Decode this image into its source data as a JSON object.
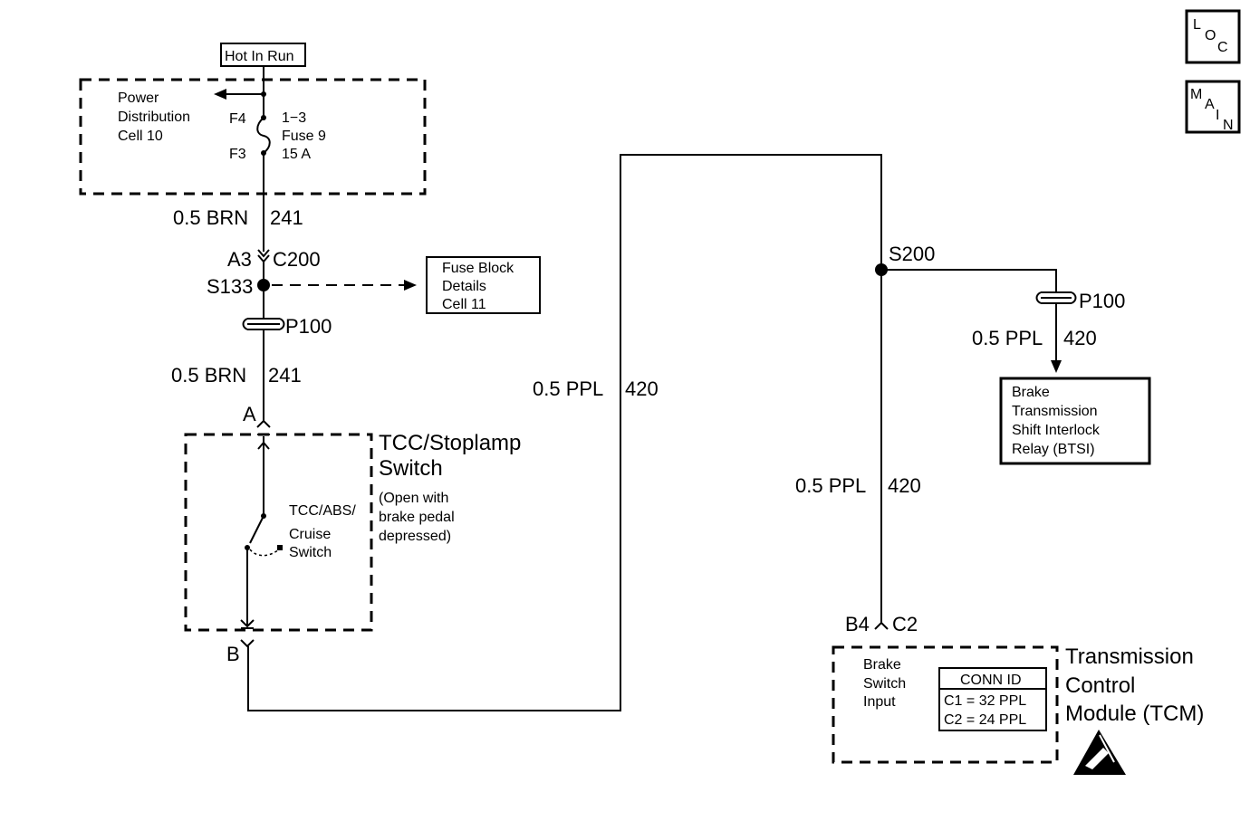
{
  "diagram": {
    "hot_in_run": "Hot In Run",
    "power_dist": {
      "line1": "Power",
      "line2": "Distribution",
      "line3": "Cell 10"
    },
    "fuse": {
      "pin_top": "F4",
      "pin_bottom": "F3",
      "line1": "1−3",
      "line2": "Fuse 9",
      "line3": "15 A"
    },
    "wire_brn_top": {
      "gauge": "0.5 BRN",
      "circuit": "241"
    },
    "c200": {
      "pin": "A3",
      "name": "C200"
    },
    "s133": "S133",
    "fuse_block": {
      "line1": "Fuse Block",
      "line2": "Details",
      "line3": "Cell 11"
    },
    "p100_left": "P100",
    "wire_brn_bottom": {
      "gauge": "0.5 BRN",
      "circuit": "241"
    },
    "switch_pin_a": "A",
    "switch_pin_b": "B",
    "tcc_title": {
      "line1": "TCC/Stoplamp",
      "line2": "Switch"
    },
    "tcc_note": {
      "line1": "(Open with",
      "line2": "brake pedal",
      "line3": "depressed)"
    },
    "inner_switch": {
      "line1": "TCC/ABS/",
      "line2": "Cruise",
      "line3": "Switch"
    },
    "wire_ppl_mid": {
      "gauge": "0.5 PPL",
      "circuit": "420"
    },
    "s200": "S200",
    "p100_right": "P100",
    "wire_ppl_btsi": {
      "gauge": "0.5 PPL",
      "circuit": "420"
    },
    "btsi": {
      "line1": "Brake",
      "line2": "Transmission",
      "line3": "Shift Interlock",
      "line4": "Relay (BTSI)"
    },
    "wire_ppl_tcm": {
      "gauge": "0.5 PPL",
      "circuit": "420"
    },
    "tcm_pin": {
      "pin": "B4",
      "connector": "C2"
    },
    "tcm_input": {
      "line1": "Brake",
      "line2": "Switch",
      "line3": "Input"
    },
    "conn_id": {
      "title": "CONN ID",
      "c1": "C1 = 32 PPL",
      "c2": "C2 = 24 PPL"
    },
    "tcm_title": {
      "line1": "Transmission",
      "line2": "Control",
      "line3": "Module (TCM)"
    }
  },
  "nav": {
    "loc": {
      "l1": "L",
      "l2": "O",
      "l3": "C"
    },
    "main": {
      "l1": "M",
      "l2": "A",
      "l3": "I",
      "l4": "N"
    }
  }
}
